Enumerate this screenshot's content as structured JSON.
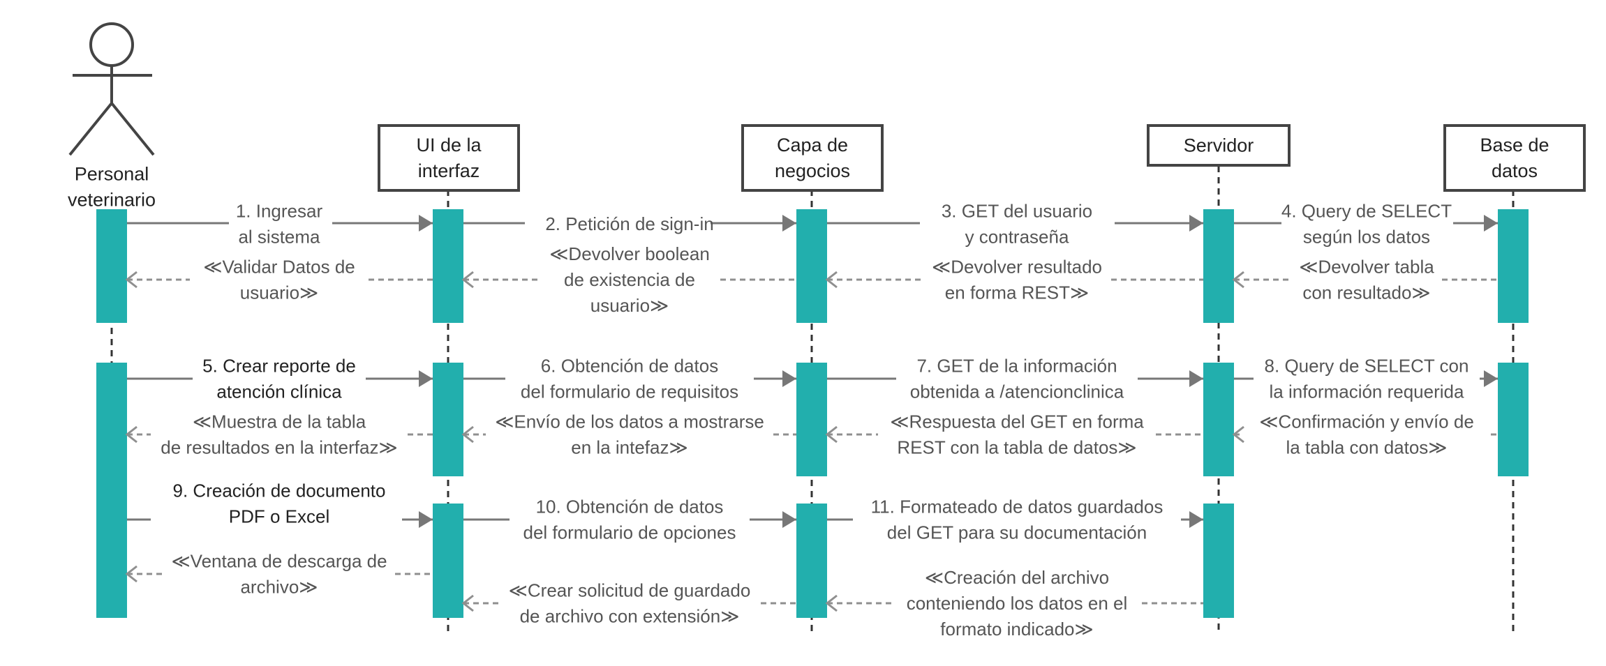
{
  "colors": {
    "activation": "#22AFAD",
    "line": "#777777",
    "return_line": "#8F8F8F",
    "box_border": "#444444",
    "text": "#555555",
    "text_dark": "#222222"
  },
  "actor": {
    "icon": "stick-figure-icon",
    "lines": [
      "Personal",
      "veterinario"
    ]
  },
  "participants": [
    {
      "id": "ui",
      "lines": [
        "UI de la",
        "interfaz"
      ]
    },
    {
      "id": "negocios",
      "lines": [
        "Capa de",
        "negocios"
      ]
    },
    {
      "id": "servidor",
      "lines": [
        "Servidor"
      ]
    },
    {
      "id": "bd",
      "lines": [
        "Base de",
        "datos"
      ]
    }
  ],
  "messages": [
    {
      "id": "m1",
      "kind": "call",
      "dark": false,
      "lines": [
        "1. Ingresar",
        "al sistema"
      ]
    },
    {
      "id": "m2",
      "kind": "call",
      "dark": false,
      "lines": [
        "2. Petición de sign-in"
      ]
    },
    {
      "id": "m3",
      "kind": "call",
      "dark": false,
      "lines": [
        "3. GET del usuario",
        "y contraseña"
      ]
    },
    {
      "id": "m4",
      "kind": "call",
      "dark": false,
      "lines": [
        "4. Query de SELECT",
        "según los datos"
      ]
    },
    {
      "id": "r1",
      "kind": "return",
      "dark": false,
      "lines": [
        "≪Validar Datos de",
        "usuario≫"
      ]
    },
    {
      "id": "r2",
      "kind": "return",
      "dark": false,
      "lines": [
        "≪Devolver boolean",
        "de existencia de",
        "usuario≫"
      ]
    },
    {
      "id": "r3",
      "kind": "return",
      "dark": false,
      "lines": [
        "≪Devolver resultado",
        "en forma REST≫"
      ]
    },
    {
      "id": "r4",
      "kind": "return",
      "dark": false,
      "lines": [
        "≪Devolver tabla",
        "con resultado≫"
      ]
    },
    {
      "id": "m5",
      "kind": "call",
      "dark": true,
      "lines": [
        "5. Crear reporte de",
        "atención clínica"
      ]
    },
    {
      "id": "m6",
      "kind": "call",
      "dark": false,
      "lines": [
        "6. Obtención de datos",
        "del formulario de requisitos"
      ]
    },
    {
      "id": "m7",
      "kind": "call",
      "dark": false,
      "lines": [
        "7. GET de la información",
        "obtenida a /atencionclinica"
      ]
    },
    {
      "id": "m8",
      "kind": "call",
      "dark": false,
      "lines": [
        "8. Query de SELECT con",
        "la información requerida"
      ]
    },
    {
      "id": "r5",
      "kind": "return",
      "dark": false,
      "lines": [
        "≪Muestra de la tabla",
        "de resultados en la interfaz≫"
      ]
    },
    {
      "id": "r6",
      "kind": "return",
      "dark": false,
      "lines": [
        "≪Envío de los datos a mostrarse",
        "en la intefaz≫"
      ]
    },
    {
      "id": "r7",
      "kind": "return",
      "dark": false,
      "lines": [
        "≪Respuesta del GET en forma",
        "REST con la tabla de datos≫"
      ]
    },
    {
      "id": "r8",
      "kind": "return",
      "dark": false,
      "lines": [
        "≪Confirmación y envío de",
        "la tabla con datos≫"
      ]
    },
    {
      "id": "m9",
      "kind": "call",
      "dark": true,
      "lines": [
        "9. Creación de documento",
        "PDF o Excel"
      ]
    },
    {
      "id": "m10",
      "kind": "call",
      "dark": false,
      "lines": [
        "10. Obtención de datos",
        "del formulario de opciones"
      ]
    },
    {
      "id": "m11",
      "kind": "call",
      "dark": false,
      "lines": [
        "11. Formateado de datos guardados",
        "del GET para su documentación"
      ]
    },
    {
      "id": "r9",
      "kind": "return",
      "dark": false,
      "lines": [
        "≪Ventana de descarga de",
        "archivo≫"
      ]
    },
    {
      "id": "r10",
      "kind": "return",
      "dark": false,
      "lines": [
        "≪Crear solicitud de guardado",
        "de archivo con extensión≫"
      ]
    },
    {
      "id": "r11",
      "kind": "return",
      "dark": false,
      "lines": [
        "≪Creación del archivo",
        "conteniendo los datos en el",
        "formato indicado≫"
      ]
    }
  ]
}
